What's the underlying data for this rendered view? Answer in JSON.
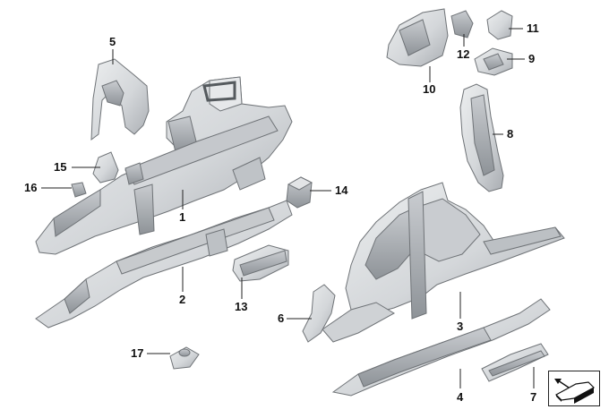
{
  "diagram": {
    "callouts": [
      {
        "id": "1",
        "label": "1"
      },
      {
        "id": "2",
        "label": "2"
      },
      {
        "id": "3",
        "label": "3"
      },
      {
        "id": "4",
        "label": "4"
      },
      {
        "id": "5",
        "label": "5"
      },
      {
        "id": "6",
        "label": "6"
      },
      {
        "id": "7",
        "label": "7"
      },
      {
        "id": "8",
        "label": "8"
      },
      {
        "id": "9",
        "label": "9"
      },
      {
        "id": "10",
        "label": "10"
      },
      {
        "id": "11",
        "label": "11"
      },
      {
        "id": "12",
        "label": "12"
      },
      {
        "id": "13",
        "label": "13"
      },
      {
        "id": "14",
        "label": "14"
      },
      {
        "id": "15",
        "label": "15"
      },
      {
        "id": "16",
        "label": "16"
      },
      {
        "id": "17",
        "label": "17"
      }
    ],
    "colors": {
      "part_fill": "#d9dbdd",
      "part_shade": "#aeb2b6",
      "part_outline": "#6f7377",
      "leader": "#222222"
    }
  }
}
